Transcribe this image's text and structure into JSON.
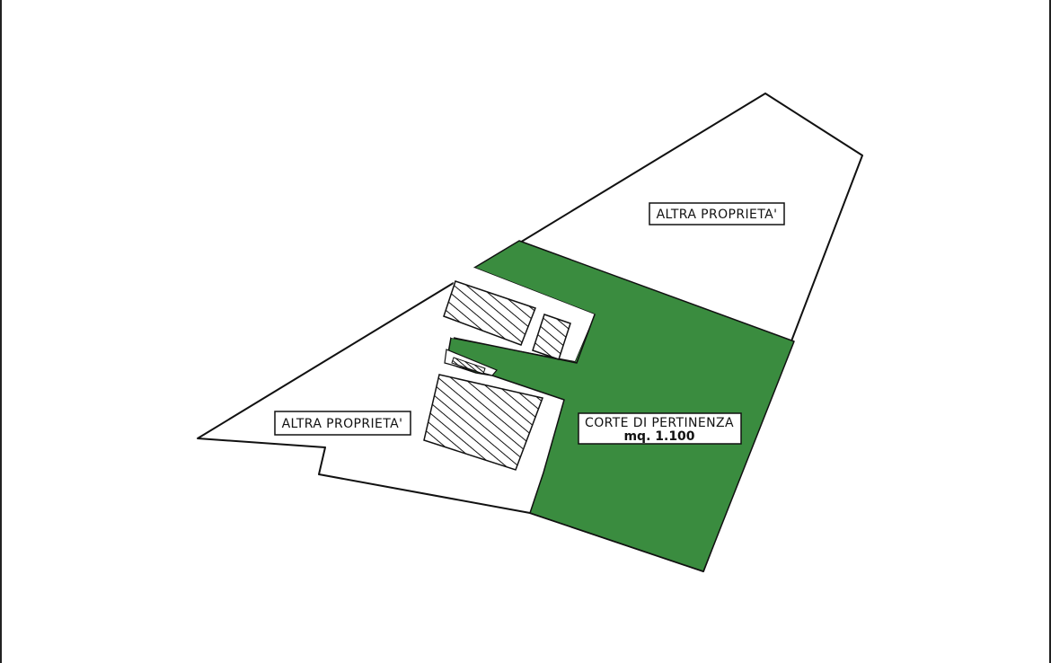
{
  "plan": {
    "colors": {
      "courtyard": "#3a8c3f",
      "outline": "#111111",
      "paper": "#ffffff"
    },
    "labels": {
      "top_property": "ALTRA PROPRIETA'",
      "left_property": "ALTRA PROPRIETA'",
      "courtyard_title": "CORTE DI PERTINENZA",
      "courtyard_area": "mq. 1.100"
    }
  }
}
